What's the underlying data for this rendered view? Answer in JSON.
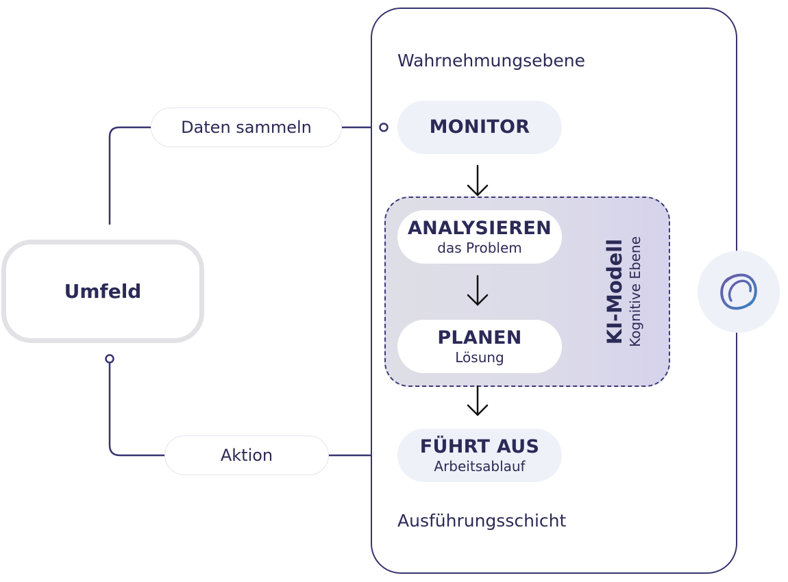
{
  "diagram": {
    "environment": {
      "label": "Umfeld"
    },
    "edges": {
      "collect": {
        "label": "Daten sammeln"
      },
      "action": {
        "label": "Aktion"
      }
    },
    "agent": {
      "perception_layer": "Wahrnehmungsebene",
      "execution_layer": "Ausführungsschicht",
      "monitor": {
        "title": "MONITOR"
      },
      "analyze": {
        "title": "ANALYSIEREN",
        "subtitle": "das Problem"
      },
      "plan": {
        "title": "PLANEN",
        "subtitle": "Lösung"
      },
      "execute": {
        "title": "FÜHRT AUS",
        "subtitle": "Arbeitsablauf"
      },
      "ai_model": {
        "title": "KI-Modell",
        "subtitle": "Kognitive Ebene"
      }
    },
    "logo": {
      "icon": "orbit-logo-icon"
    }
  },
  "colors": {
    "line": "#37336f",
    "text": "#2b2a57",
    "pill_soft": "#eef1f8",
    "logo_blue": "#3f7fbf",
    "logo_purple": "#6b5ba8"
  }
}
